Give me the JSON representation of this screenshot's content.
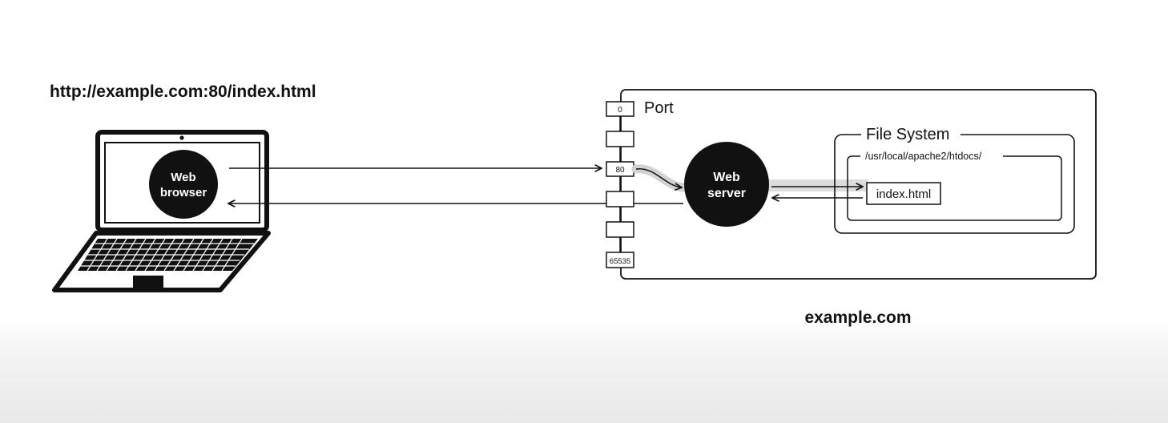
{
  "url": "http://example.com:80/index.html",
  "client": {
    "browser_label_line1": "Web",
    "browser_label_line2": "browser"
  },
  "host": {
    "name": "example.com",
    "port_title": "Port",
    "ports": [
      "0",
      "",
      "80",
      "",
      "",
      "65535"
    ],
    "server_label_line1": "Web",
    "server_label_line2": "server",
    "file_system_title": "File System",
    "docroot_path": "/usr/local/apache2/htdocs/",
    "file_name": "index.html"
  },
  "icons": [
    "laptop-icon"
  ]
}
